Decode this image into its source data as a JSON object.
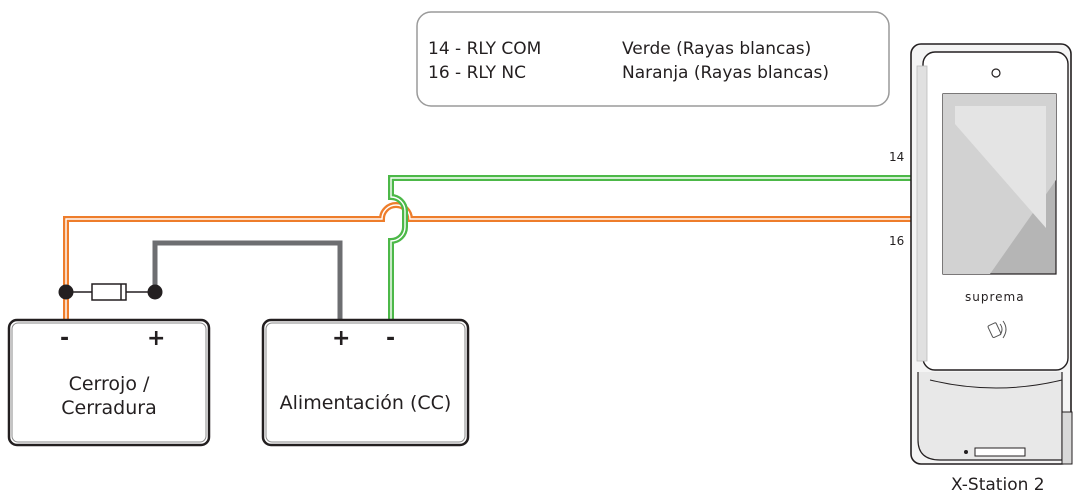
{
  "legend": {
    "rows": [
      {
        "pin": "14 - RLY COM",
        "color": "Verde (Rayas blancas)"
      },
      {
        "pin": "16 - RLY NC",
        "color": "Naranja (Rayas blancas)"
      }
    ]
  },
  "lock": {
    "label_line1": "Cerrojo /",
    "label_line2": "Cerradura",
    "minus": "-",
    "plus": "+"
  },
  "power": {
    "label": "Alimentación (CC)",
    "plus": "+",
    "minus": "-"
  },
  "device": {
    "name": "X-Station 2",
    "brand": "suprema"
  },
  "wires": {
    "green_pin": "14",
    "orange_pin": "16"
  },
  "colors": {
    "green": "#4cb848",
    "orange": "#ee7d2b",
    "gray": "#6d6e71",
    "outline": "#231f20"
  },
  "icons": [
    "capacitor-icon",
    "camera-icon",
    "nfc-icon",
    "usb-port-icon"
  ]
}
